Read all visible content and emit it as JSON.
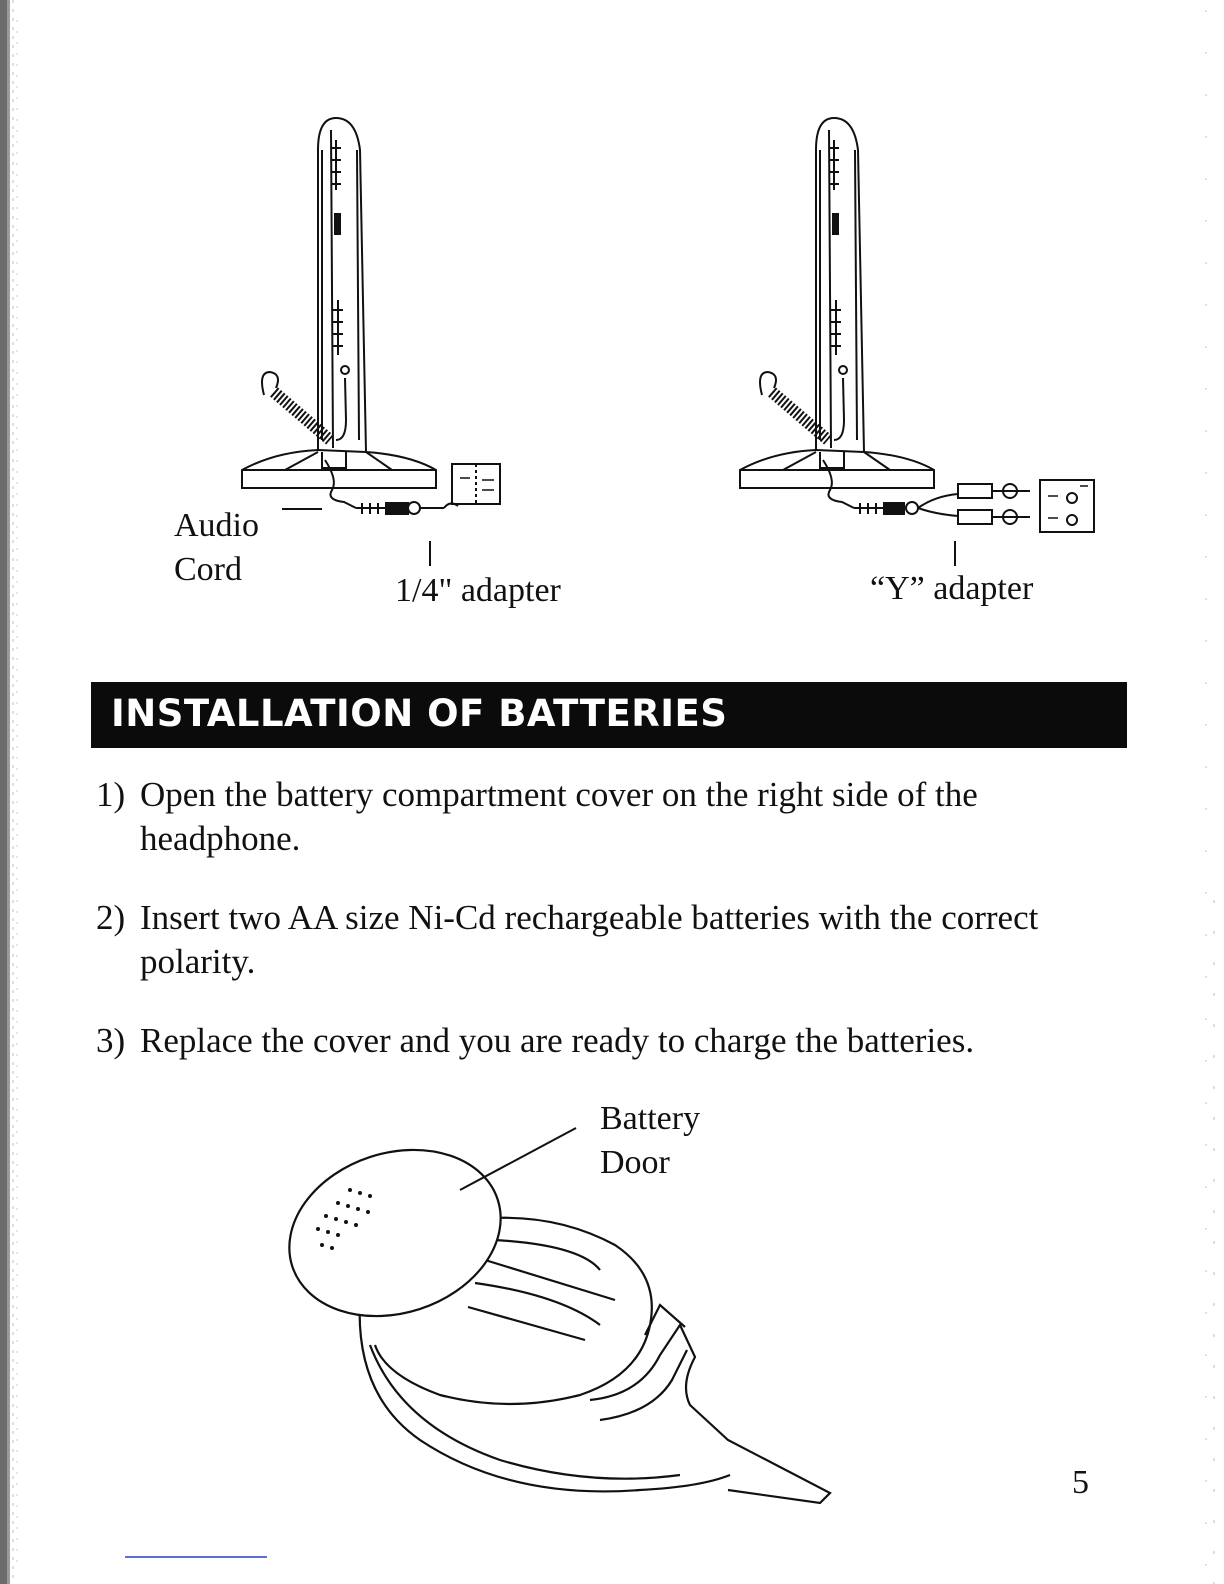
{
  "top_figure": {
    "left_labels": {
      "audio_cord": [
        "Audio",
        "Cord"
      ],
      "adapter": "1/4\" adapter"
    },
    "right_labels": {
      "adapter": "“Y” adapter"
    }
  },
  "section": {
    "title": "INSTALLATION OF BATTERIES"
  },
  "steps": [
    {
      "num": "1)",
      "text": "Open the battery compartment cover on the right side of the headphone."
    },
    {
      "num": "2)",
      "text": "Insert two AA size Ni-Cd rechargeable batteries with the correct polarity."
    },
    {
      "num": "3)",
      "text": "Replace the cover and you are ready to charge the batteries."
    }
  ],
  "bottom_figure": {
    "callout": [
      "Battery",
      "Door"
    ]
  },
  "page_number": "5"
}
